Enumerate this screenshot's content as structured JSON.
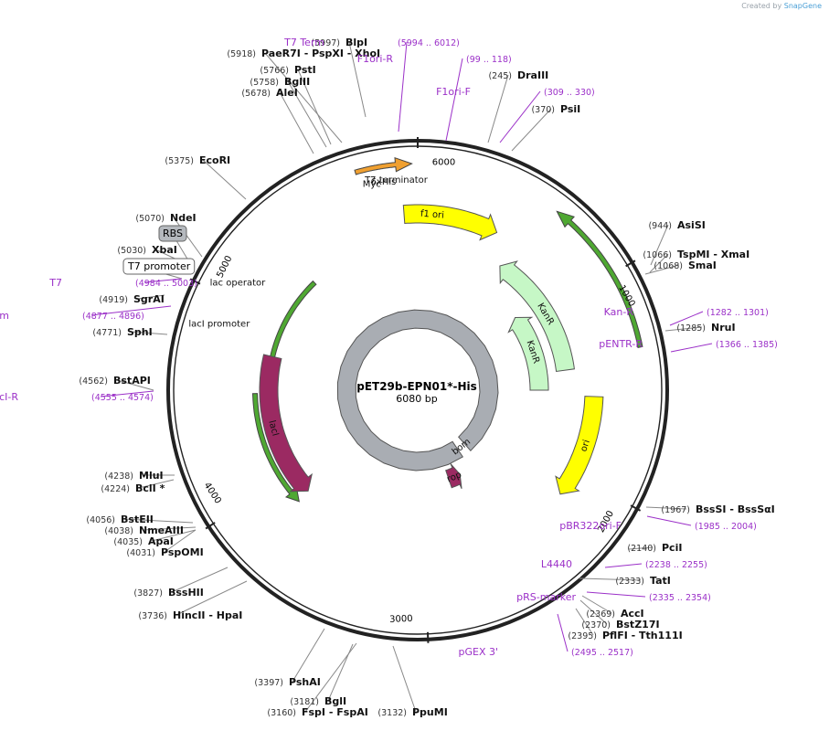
{
  "credit": {
    "prefix": "Created by",
    "brand": "SnapGene"
  },
  "plasmid": {
    "name": "pET29b-EPN01*-His",
    "size_label": "6080 bp",
    "length": 6080
  },
  "ticks": [
    {
      "pos": 0,
      "label": "6000",
      "lpos": 6000
    },
    {
      "pos": 1000,
      "label": "1000"
    },
    {
      "pos": 2000,
      "label": "2000"
    },
    {
      "pos": 3000,
      "label": "3000"
    },
    {
      "pos": 4000,
      "label": "4000"
    },
    {
      "pos": 5000,
      "label": "5000"
    }
  ],
  "features": [
    {
      "name": "f1 ori",
      "start": 6005,
      "end": 450,
      "dir": 1,
      "color": "#ffff00",
      "ring": 0,
      "labelpos": 6160
    },
    {
      "name": "KanR",
      "start": 1390,
      "end": 565,
      "dir": -1,
      "color": "#c6f7c6",
      "ring": 1,
      "labelpos": 1000
    },
    {
      "name": "KanR",
      "start": 1520,
      "end": 900,
      "dir": -1,
      "color": "#c6f7c6",
      "ring": 2,
      "labelpos": 1210
    },
    {
      "name": "ori",
      "start": 1555,
      "end": 2130,
      "dir": 1,
      "color": "#ffff00",
      "ring": 0,
      "labelpos": 1830
    },
    {
      "name": "lacI",
      "start": 4780,
      "end": 3840,
      "dir": -1,
      "color": "#9b2a62",
      "ring": 1,
      "labelpos": 4310
    },
    {
      "name": "rop",
      "start": 2715,
      "end": 2590,
      "dir": -1,
      "color": "#9b2a62",
      "ring": 3,
      "labelpos": 2655
    },
    {
      "name": "bom",
      "start": 2465,
      "end": 2345,
      "dir": 0,
      "color": "#a9adb3",
      "ring": 4,
      "labelpos": 2405
    }
  ],
  "outer_arrows": [
    {
      "start": 5810,
      "end": 6055,
      "dir": 1,
      "color": "#f0a030",
      "ring": "outer"
    },
    {
      "start": 1335,
      "end": 640,
      "dir": -1,
      "color": "#4fa832",
      "ring": "outer"
    },
    {
      "start": 5340,
      "end": 4410,
      "dir": -1,
      "color": "#4fa832",
      "ring": "mid"
    },
    {
      "start": 4540,
      "end": 3830,
      "dir": -1,
      "color": "#4fa832",
      "ring": "outer2"
    }
  ],
  "small_features": [
    {
      "name": "T7 terminator",
      "pos": 5980
    },
    {
      "name": "6xHis",
      "pos": 5920
    },
    {
      "name": "Myc",
      "pos": 5865
    },
    {
      "name": "lacI promoter",
      "pos": 4860
    },
    {
      "name": "lac operator",
      "pos": 5070
    }
  ],
  "sites": [
    {
      "label": "BlpI",
      "bp": "(5997)",
      "type": "enzyme"
    },
    {
      "label": "T7 Term",
      "bp": "(5994 .. 6012)",
      "type": "primer"
    },
    {
      "label": "PaeR7I",
      "bp": "(5918)",
      "extra": "PspXI",
      "extra2": "XhoI",
      "type": "enzyme"
    },
    {
      "label": "F1ori-R",
      "bp": "(99 .. 118)",
      "type": "primer"
    },
    {
      "label": "PstI",
      "bp": "(5766)",
      "type": "enzyme"
    },
    {
      "label": "DraIII",
      "bp": "(245)",
      "type": "enzyme"
    },
    {
      "label": "BglII",
      "bp": "(5758)",
      "type": "enzyme"
    },
    {
      "label": "F1ori-F",
      "bp": "(309 .. 330)",
      "type": "primer"
    },
    {
      "label": "AleI",
      "bp": "(5678)",
      "type": "enzyme"
    },
    {
      "label": "PsiI",
      "bp": "(370)",
      "type": "enzyme"
    },
    {
      "label": "EcoRI",
      "bp": "(5375)",
      "type": "enzyme"
    },
    {
      "label": "NdeI",
      "bp": "(5070)",
      "type": "enzyme"
    },
    {
      "label": "RBS",
      "bp": "",
      "type": "box-grey"
    },
    {
      "label": "XbaI",
      "bp": "(5030)",
      "type": "enzyme"
    },
    {
      "label": "T7 promoter",
      "bp": "",
      "type": "box-white"
    },
    {
      "label": "AsiSI",
      "bp": "(944)",
      "type": "enzyme"
    },
    {
      "label": "TspMI",
      "bp": "(1066)",
      "extra": "XmaI",
      "type": "enzyme"
    },
    {
      "label": "SmaI",
      "bp": "(1068)",
      "type": "enzyme"
    },
    {
      "label": "T7",
      "bp": "(4984 .. 5003)",
      "type": "primer"
    },
    {
      "label": "SgrAI",
      "bp": "(4919)",
      "type": "enzyme"
    },
    {
      "label": "pBRrevBam",
      "bp": "(4877 .. 4896)",
      "type": "primer"
    },
    {
      "label": "Kan-R",
      "bp": "(1282 .. 1301)",
      "type": "primer"
    },
    {
      "label": "NruI",
      "bp": "(1285)",
      "type": "enzyme"
    },
    {
      "label": "SphI",
      "bp": "(4771)",
      "type": "enzyme"
    },
    {
      "label": "pENTR-R",
      "bp": "(1366 .. 1385)",
      "type": "primer"
    },
    {
      "label": "BstAPI",
      "bp": "(4562)",
      "type": "enzyme"
    },
    {
      "label": "LacI-R",
      "bp": "(4555 .. 4574)",
      "type": "primer"
    },
    {
      "label": "MluI",
      "bp": "(4238)",
      "type": "enzyme"
    },
    {
      "label": "BclI *",
      "bp": "(4224)",
      "type": "enzyme"
    },
    {
      "label": "BssSI",
      "bp": "(1967)",
      "extra": "BssSαI",
      "type": "enzyme"
    },
    {
      "label": "BstEII",
      "bp": "(4056)",
      "type": "enzyme"
    },
    {
      "label": "pBR322ori-F",
      "bp": "(1985 .. 2004)",
      "type": "primer"
    },
    {
      "label": "NmeAIII",
      "bp": "(4038)",
      "type": "enzyme"
    },
    {
      "label": "ApaI",
      "bp": "(4035)",
      "type": "enzyme"
    },
    {
      "label": "PciI",
      "bp": "(2140)",
      "type": "enzyme"
    },
    {
      "label": "PspOMI",
      "bp": "(4031)",
      "type": "enzyme"
    },
    {
      "label": "L4440",
      "bp": "(2238 .. 2255)",
      "type": "primer"
    },
    {
      "label": "TatI",
      "bp": "(2333)",
      "type": "enzyme"
    },
    {
      "label": "BssHII",
      "bp": "(3827)",
      "type": "enzyme"
    },
    {
      "label": "pRS-marker",
      "bp": "(2335 .. 2354)",
      "type": "primer"
    },
    {
      "label": "HincII",
      "bp": "(3736)",
      "extra": "HpaI",
      "type": "enzyme"
    },
    {
      "label": "AccI",
      "bp": "(2369)",
      "type": "enzyme"
    },
    {
      "label": "BstZ17I",
      "bp": "(2370)",
      "type": "enzyme"
    },
    {
      "label": "PflFI",
      "bp": "(2395)",
      "extra": "Tth111I",
      "type": "enzyme"
    },
    {
      "label": "pGEX 3'",
      "bp": "(2495 .. 2517)",
      "type": "primer"
    },
    {
      "label": "PshAI",
      "bp": "(3397)",
      "type": "enzyme"
    },
    {
      "label": "BglI",
      "bp": "(3181)",
      "type": "enzyme"
    },
    {
      "label": "FspI",
      "bp": "(3160)",
      "extra": "FspAI",
      "type": "enzyme"
    },
    {
      "label": "PpuMI",
      "bp": "(3132)",
      "type": "enzyme"
    }
  ]
}
